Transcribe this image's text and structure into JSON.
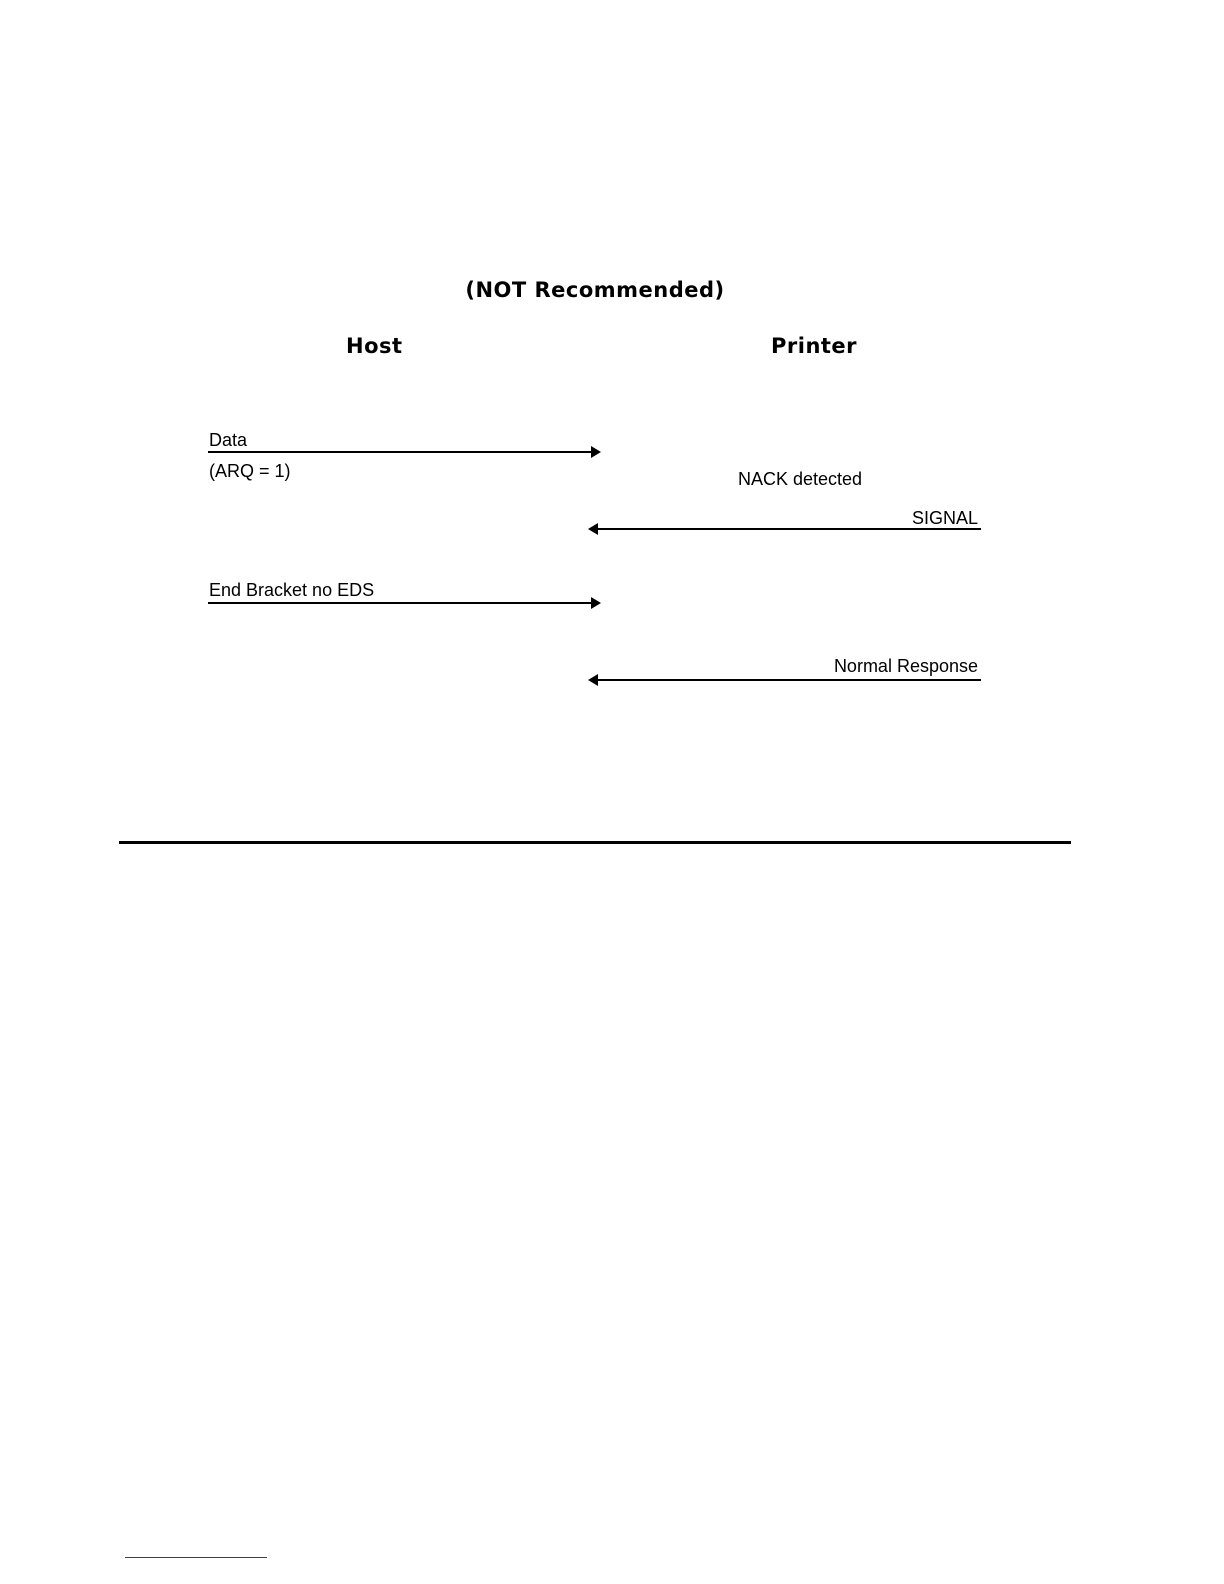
{
  "diagram": {
    "title": "(NOT Recommended)",
    "columns": {
      "left": "Host",
      "right": "Printer"
    },
    "messages": [
      {
        "label": "Data",
        "sublabel": "(ARQ = 1)",
        "direction": "host-to-printer"
      },
      {
        "label": "SIGNAL",
        "direction": "printer-to-host"
      },
      {
        "label": "End Bracket no EDS",
        "direction": "host-to-printer"
      },
      {
        "label": "Normal Response",
        "direction": "printer-to-host"
      }
    ],
    "annotations": {
      "nack": "NACK detected"
    }
  }
}
